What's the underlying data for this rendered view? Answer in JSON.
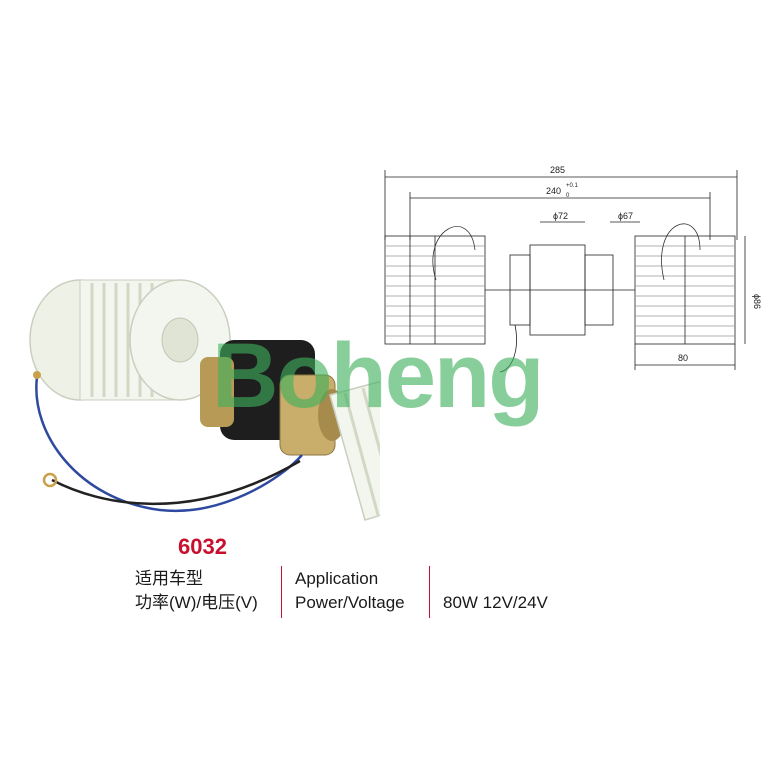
{
  "watermark": "Boheng",
  "product": {
    "model": "6032"
  },
  "specs": {
    "cn_line1": "适用车型",
    "cn_line2": "功率(W)/电压(V)",
    "en_line1": "Application",
    "en_line2": "Power/Voltage",
    "value": "80W 12V/24V"
  },
  "drawing": {
    "overall_length": "285",
    "shaft_length": "240",
    "tolerance_upper": "+0.1",
    "tolerance_lower": "0",
    "motor_diameter": "ϕ72",
    "shaft_diameter": "ϕ67",
    "wheel_diameter": "ϕ86",
    "wheel_width": "80"
  },
  "colors": {
    "accent_red": "#c8102e",
    "watermark_green": "#3fb05c",
    "fan_white": "#f3f6ee",
    "motor_black": "#1e1e1e"
  }
}
